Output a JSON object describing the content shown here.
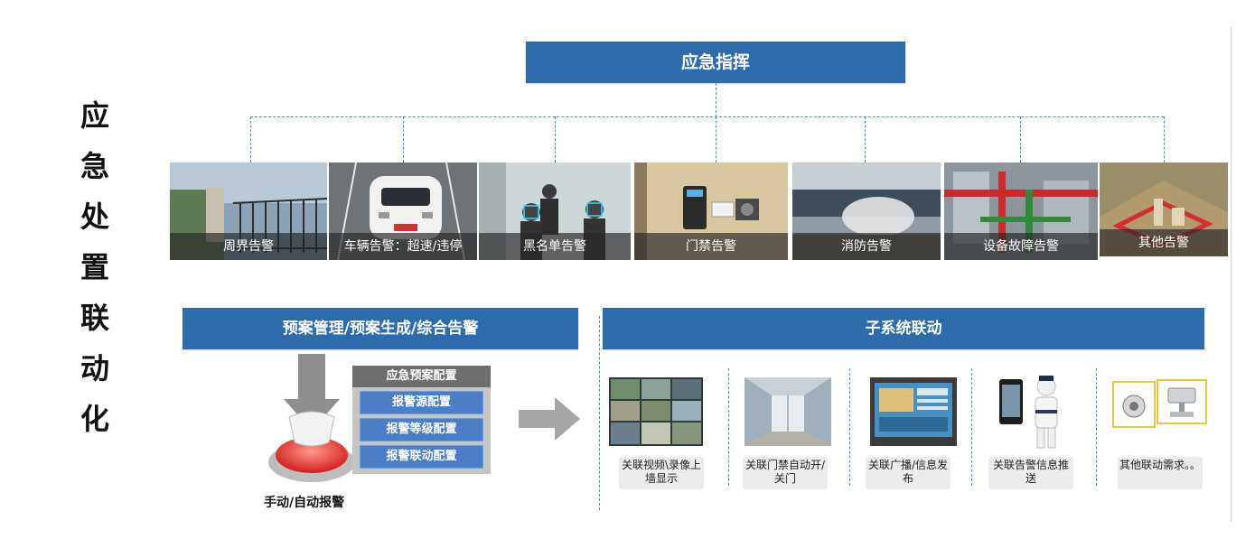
{
  "side_title": [
    "应",
    "急",
    "处",
    "置",
    "联",
    "动",
    "化"
  ],
  "top_header": "应急指挥",
  "alarms": [
    {
      "label": "周界告警"
    },
    {
      "label": "车辆告警：超速/违停"
    },
    {
      "label": "黑名单告警"
    },
    {
      "label": "门禁告警"
    },
    {
      "label": "消防告警"
    },
    {
      "label": "设备故障告警"
    },
    {
      "label": "其他告警"
    }
  ],
  "plan_section": {
    "header": "预案管理/预案生成/综合告警",
    "box_title": "应急预案配置",
    "items": [
      "报警源配置",
      "报警等级配置",
      "报警联动配置"
    ],
    "caption": "手动/自动报警"
  },
  "linkage_section": {
    "header": "子系统联动",
    "items": [
      {
        "label": "关联视频\\录像上墙显示"
      },
      {
        "label": "关联门禁自动开/关门"
      },
      {
        "label": "关联广播/信息发布"
      },
      {
        "label": "关联告警信息推送"
      },
      {
        "label": "其他联动需求。。"
      }
    ]
  },
  "colors": {
    "header_blue": "#2e6bab",
    "dashed_line": "#3b8fd6",
    "plan_item_blue": "#4a7fc8"
  }
}
